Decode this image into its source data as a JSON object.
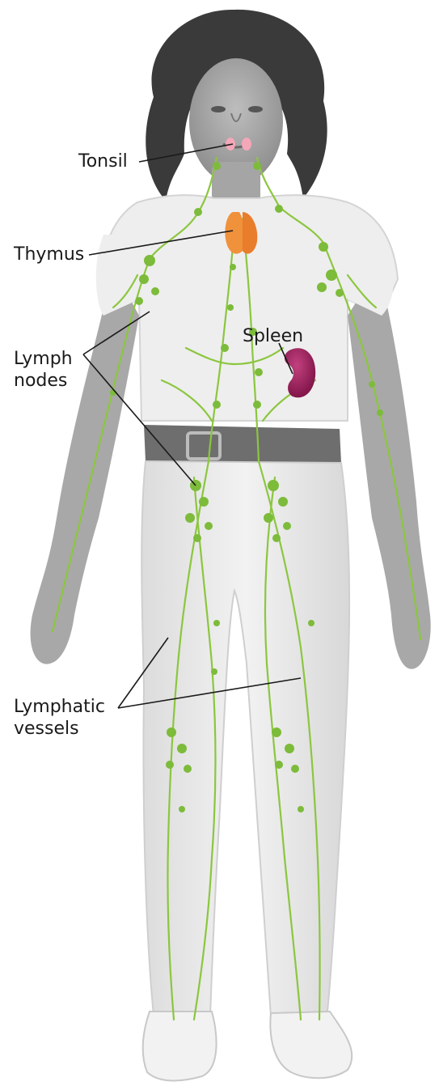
{
  "labels": {
    "tonsil": "Tonsil",
    "thymus": "Thymus",
    "spleen": "Spleen",
    "lymph_nodes": [
      "Lymph",
      "nodes"
    ],
    "lymphatic_vessels": [
      "Lymphatic",
      "vessels"
    ]
  },
  "colors": {
    "lymph_green": "#8cc63f",
    "node_green": "#7dbb3a",
    "thymus_orange": "#f0913c",
    "spleen_purple": "#9b1d5c",
    "tonsil_pink": "#f4a7b9",
    "body_gray": "#9a9a9a",
    "clothing_light": "#ececec",
    "leader_line": "#1a1a1a"
  }
}
